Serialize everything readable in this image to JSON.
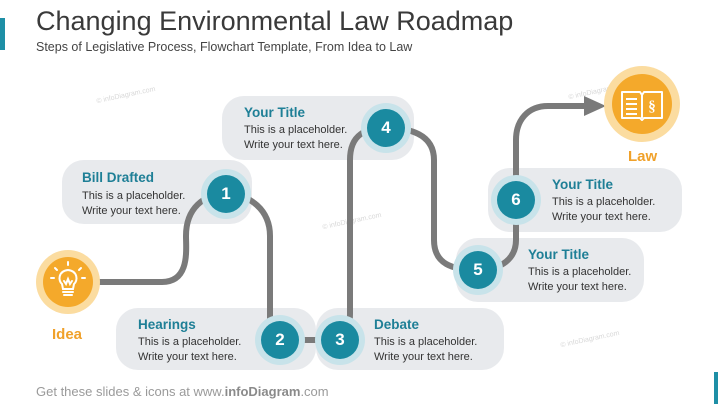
{
  "title": "Changing Environmental Law Roadmap",
  "subtitle": "Steps of Legislative Process, Flowchart Template, From Idea to Law",
  "footer": {
    "prefix": "Get these slides & icons at www.",
    "brand": "infoDiagram",
    "suffix": ".com"
  },
  "watermark": "© infoDiagram.com",
  "start": {
    "label": "Idea",
    "icon": "lightbulb-icon"
  },
  "end": {
    "label": "Law",
    "icon": "law-book-icon"
  },
  "steps": [
    {
      "number": "1",
      "title": "Bill Drafted",
      "line1": "This is a placeholder.",
      "line2": "Write your text here."
    },
    {
      "number": "2",
      "title": "Hearings",
      "line1": "This is a placeholder.",
      "line2": "Write your text here."
    },
    {
      "number": "3",
      "title": "Debate",
      "line1": "This is a placeholder.",
      "line2": "Write your text here."
    },
    {
      "number": "4",
      "title": "Your Title",
      "line1": "This is a placeholder.",
      "line2": "Write your text here."
    },
    {
      "number": "5",
      "title": "Your Title",
      "line1": "This is a placeholder.",
      "line2": "Write your text here."
    },
    {
      "number": "6",
      "title": "Your Title",
      "line1": "This is a placeholder.",
      "line2": "Write your text here."
    }
  ],
  "colors": {
    "accent": "#1a8aa0",
    "orange": "#f4a92b",
    "path": "#7a7a7a",
    "pill": "#e8eaed"
  }
}
